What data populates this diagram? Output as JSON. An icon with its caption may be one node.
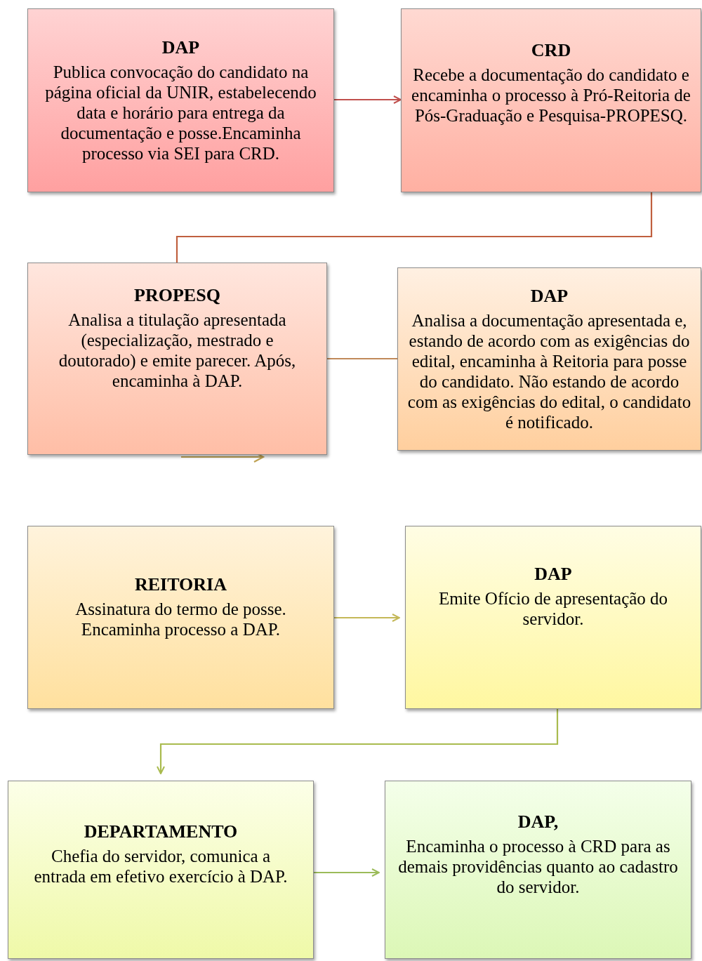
{
  "diagram": {
    "nodes": [
      {
        "text": [
          "DAP",
          "Publica convocação do candidato na página oficial da UNIR, estabelecendo data e horário para entrega da documentação e posse.Encaminha processo via SEI para CRD."
        ]
      },
      {
        "text": [
          "CRD",
          "Recebe a documentação do candidato e encaminha o processo à Pró-Reitoria de Pós-Graduação e Pesquisa-PROPESQ."
        ]
      },
      {
        "text": [
          "PROPESQ",
          "Analisa a titulação apresentada (especialização, mestrado e doutorado) e emite parecer. Após, encaminha à DAP."
        ]
      },
      {
        "text": [
          "DAP",
          "Analisa a documentação apresentada e, estando de acordo com as exigências do edital, encaminha à Reitoria para posse do candidato. Não estando de acordo com as exigências do edital, o candidato é notificado."
        ]
      },
      {
        "text": [
          "REITORIA",
          "Assinatura do termo de posse. Encaminha processo a DAP."
        ]
      },
      {
        "text": [
          "DAP",
          "Emite Ofício de apresentação do servidor."
        ]
      },
      {
        "text": [
          "DEPARTAMENTO",
          "Chefia do servidor, comunica a entrada em efetivo exercício à DAP."
        ]
      },
      {
        "text": [
          "DAP,",
          "Encaminha o processo à CRD para as demais providências quanto ao cadastro do servidor."
        ]
      }
    ],
    "edges": [
      {
        "from": 0,
        "to": 1,
        "arrow": "to",
        "color": "#c0504d"
      },
      {
        "from": 1,
        "to": 2,
        "arrow": "none",
        "color": "#c0603f"
      },
      {
        "from": 2,
        "to": 3,
        "arrow": "none",
        "color": "#c08a5a"
      },
      {
        "from": 4,
        "to": 5,
        "arrow": "to",
        "color": "#c4b858"
      },
      {
        "from": 5,
        "to": 6,
        "arrow": "to",
        "color": "#a9bb4e"
      },
      {
        "from": 6,
        "to": 7,
        "arrow": "to",
        "color": "#9bbb59"
      }
    ]
  }
}
